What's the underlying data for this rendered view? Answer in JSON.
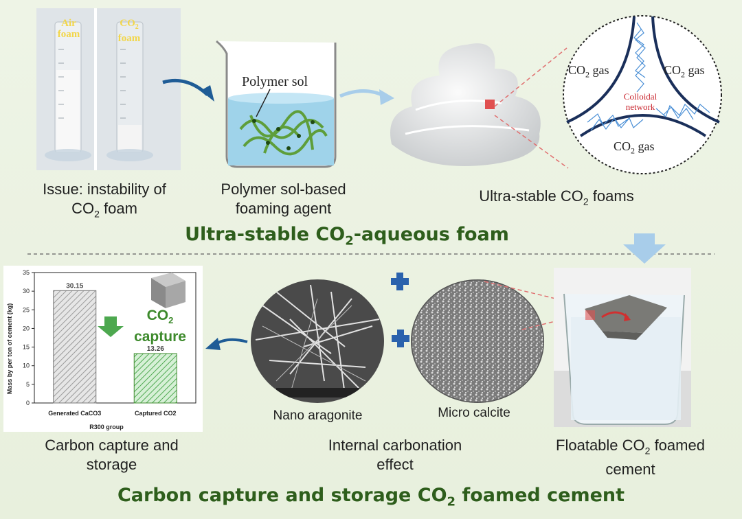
{
  "top": {
    "cylinders": {
      "left_label": [
        "Air",
        "foam"
      ],
      "right_label": [
        "CO",
        "2",
        "foam"
      ]
    },
    "beaker_label": "Polymer sol",
    "network": {
      "gas_left": [
        "CO",
        "2",
        " gas"
      ],
      "gas_right": [
        "CO",
        "2",
        " gas"
      ],
      "gas_bottom": [
        "CO",
        "2",
        " gas"
      ],
      "network_label": [
        "Colloidal",
        "network"
      ]
    },
    "captions": {
      "issue": [
        "Issue: instability of",
        "CO",
        "2",
        " foam"
      ],
      "agent": [
        "Polymer sol-based",
        "foaming agent"
      ],
      "foams": [
        "Ultra-stable CO",
        "2",
        " foams"
      ]
    },
    "section_title": [
      "Ultra-stable CO",
      "2",
      "-aqueous foam"
    ]
  },
  "bottom": {
    "chart_captions": [
      "Carbon capture and",
      "storage"
    ],
    "micrographs": {
      "left": "Nano aragonite",
      "right": "Micro calcite",
      "caption": [
        "Internal carbonation",
        "effect"
      ]
    },
    "cement": [
      "Floatable CO",
      "2",
      " foamed",
      "cement"
    ],
    "section_title": [
      "Carbon capture and storage CO",
      "2",
      " foamed cement"
    ],
    "capture_label": [
      "CO",
      "2",
      "capture"
    ]
  },
  "colors": {
    "title_green": "#2e5e1c",
    "arrow_blue": "#1f5c96",
    "arrow_light": "#a8cdea",
    "plus_blue": "#2a62ad",
    "bar_gray": "#9a9a9a",
    "bar_green": "#4da84f",
    "capture_green": "#3d8a2c"
  },
  "chart_data": {
    "type": "bar",
    "categories": [
      "Generated CaCO3",
      "Captured CO2"
    ],
    "values": [
      30.15,
      13.26
    ],
    "data_labels": [
      "30.15",
      "13.26"
    ],
    "xlabel": "R300 group",
    "ylabel": "Mass by per ton of cement (kg)",
    "ylim": [
      0,
      35
    ],
    "yticks": [
      0,
      5,
      10,
      15,
      20,
      25,
      30,
      35
    ],
    "grid": false
  }
}
